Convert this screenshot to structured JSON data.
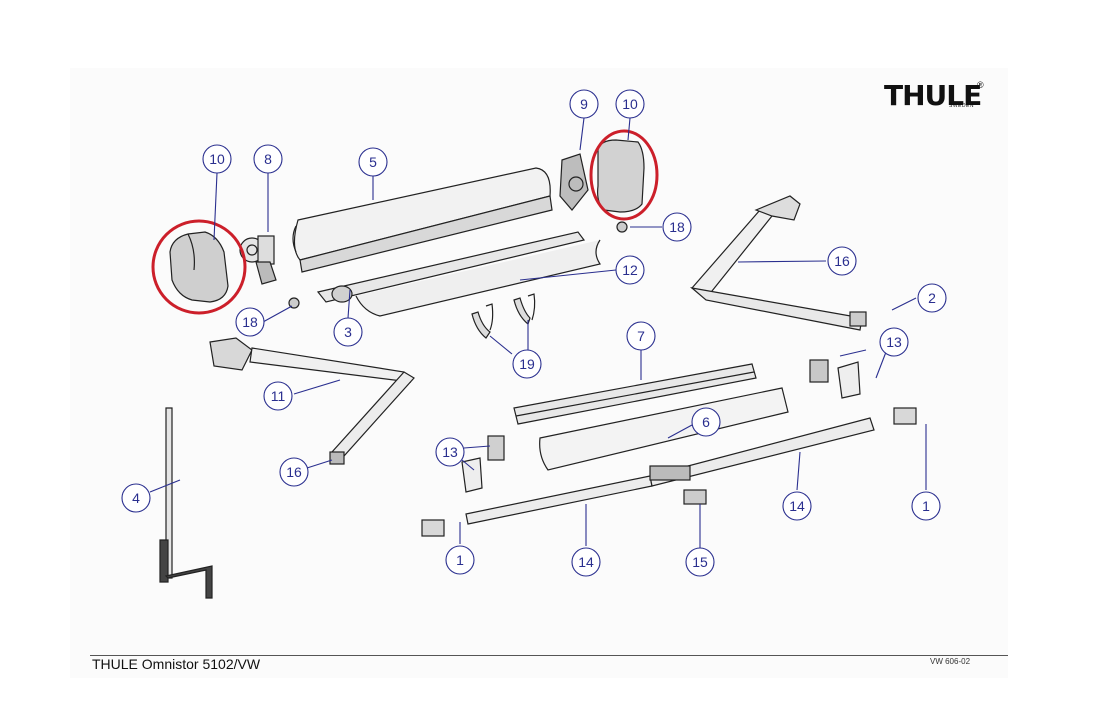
{
  "brand": {
    "logo_text": "THULE",
    "logo_sub": "SWEDEN",
    "registered": "®"
  },
  "footer": {
    "title": "THULE Omnistor 5102/VW",
    "code": "VW 606-02"
  },
  "callouts": [
    "10",
    "8",
    "5",
    "9",
    "10",
    "18",
    "18",
    "3",
    "12",
    "16",
    "2",
    "19",
    "7",
    "13",
    "11",
    "13",
    "6",
    "16",
    "4",
    "14",
    "1",
    "1",
    "14",
    "15"
  ],
  "highlight_color": "#cc1f2a",
  "callout_color": "#2a2f8f"
}
